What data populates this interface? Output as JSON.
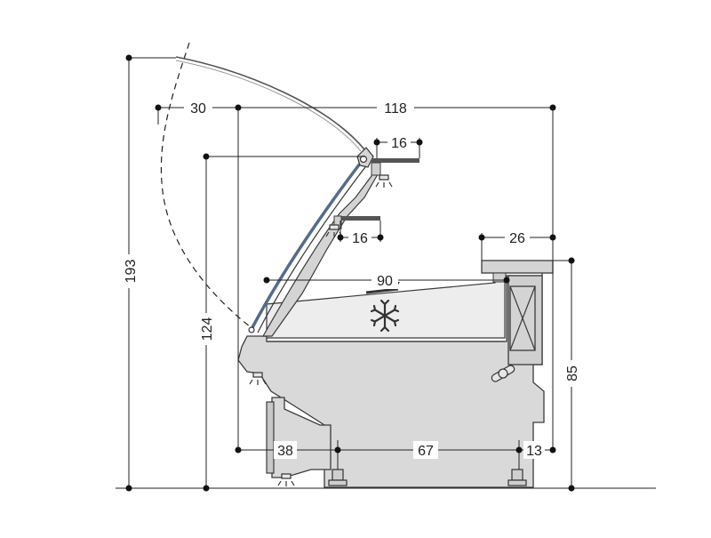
{
  "colors": {
    "cabinet": "#d9d9d9",
    "cabinet_dark": "#c8c8c8",
    "display_well": "#ededed",
    "outline": "#3a3a3a",
    "dimension": "#222222",
    "glass": "#556b8a"
  },
  "dimensions": {
    "total_height": "193",
    "counter_height": "124",
    "working_height": "85",
    "glass_overhang": "30",
    "total_depth": "118",
    "top_shelf_depth": "16",
    "lower_shelf_depth": "16",
    "worktop_depth": "26",
    "display_depth": "90",
    "base_front": "38",
    "base_middle": "67",
    "base_rear": "13"
  },
  "icons": {
    "refrigeration": "snowflake-icon",
    "lighting": "lamp-icon",
    "drain": "drain-icon"
  }
}
